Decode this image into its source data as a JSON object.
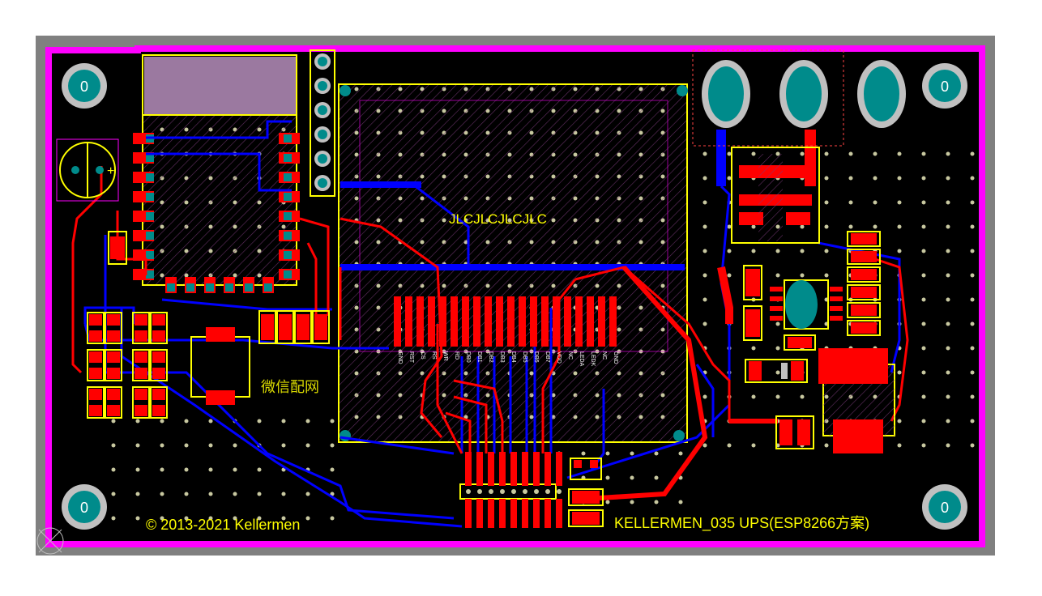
{
  "board": {
    "colors": {
      "background": "#000000",
      "outline": "#ff00ff",
      "keepout": "#808080",
      "top_copper": "#ff0000",
      "bottom_copper": "#0000ff",
      "silkscreen": "#ffff00",
      "pad_teal": "#008b8b",
      "pad_ring": "#c0c0c0",
      "mask_purple": "#9b79a0"
    }
  },
  "labels": {
    "jlc": "JLCJLCJLCJLC",
    "wechat": "微信配网",
    "copyright": "© 2013-2021 Kellermen",
    "project": "KELLERMEN_035 UPS(ESP8266方案)"
  },
  "mount_holes": [
    "0",
    "0",
    "0",
    "0"
  ],
  "connector_pins": [
    "GND",
    "RST",
    "CS",
    "RS",
    "WR",
    "RD",
    "DB0",
    "DB1",
    "DB2",
    "DB3",
    "DB4",
    "DB5",
    "DB6",
    "DB7",
    "VDD",
    "NC",
    "LEDA",
    "LEDK",
    "NC",
    "GND"
  ],
  "polarity_mark": "+"
}
